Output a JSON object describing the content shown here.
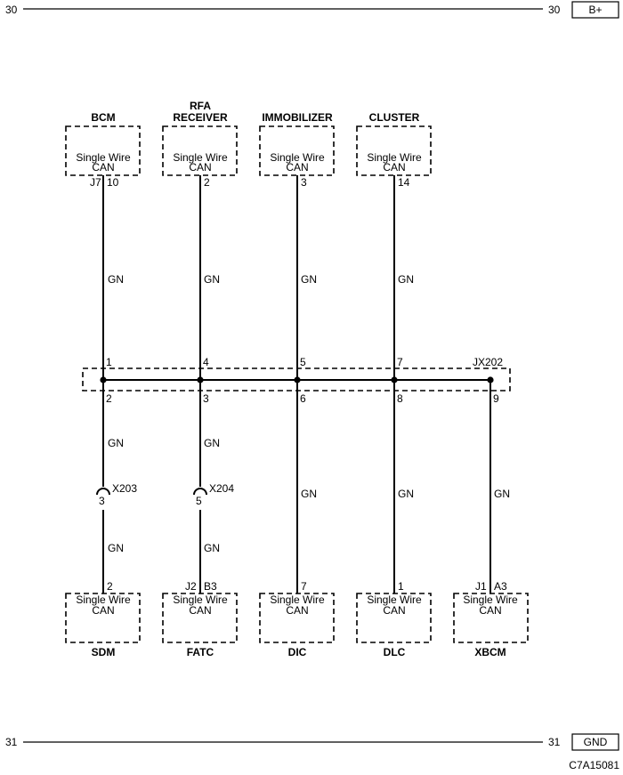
{
  "rails": {
    "top": {
      "left_num": "30",
      "right_num": "30",
      "label": "B+"
    },
    "bottom": {
      "left_num": "31",
      "right_num": "31",
      "label": "GND"
    }
  },
  "diagram_id": "C7A15081",
  "module_text": {
    "line1": "Single Wire",
    "line2": "CAN"
  },
  "wire_color": "GN",
  "top_modules": [
    {
      "name": "BCM",
      "name_line2": "",
      "conn": "J7",
      "pin": "10"
    },
    {
      "name": "RFA",
      "name_line2": "RECEIVER",
      "conn": "",
      "pin": "2"
    },
    {
      "name": "IMMOBILIZER",
      "name_line2": "",
      "conn": "",
      "pin": "3"
    },
    {
      "name": "CLUSTER",
      "name_line2": "",
      "conn": "",
      "pin": "14"
    }
  ],
  "splice": {
    "name": "JX202",
    "top_pins": [
      "1",
      "4",
      "5",
      "7"
    ],
    "bottom_pins": [
      "2",
      "3",
      "6",
      "8",
      "9"
    ]
  },
  "inline_connectors": [
    {
      "name": "X203",
      "pin": "3"
    },
    {
      "name": "X204",
      "pin": "5"
    }
  ],
  "bottom_modules": [
    {
      "name": "SDM",
      "conn": "",
      "pin": "2"
    },
    {
      "name": "FATC",
      "conn": "J2",
      "pin": "B3"
    },
    {
      "name": "DIC",
      "conn": "",
      "pin": "7"
    },
    {
      "name": "DLC",
      "conn": "",
      "pin": "1"
    },
    {
      "name": "XBCM",
      "conn": "J1",
      "pin": "A3"
    }
  ]
}
